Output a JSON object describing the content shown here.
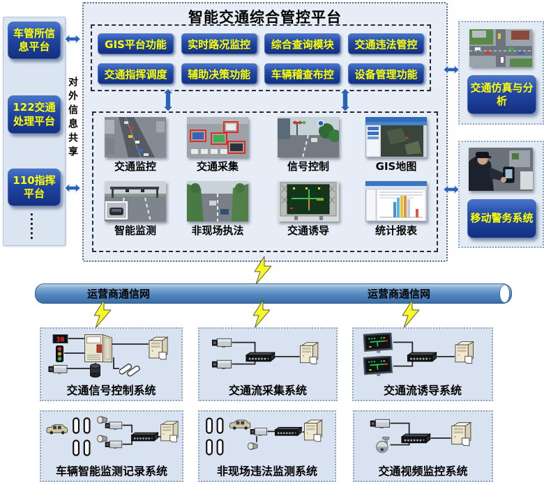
{
  "platform": {
    "title": "智能交通综合管控平台"
  },
  "left_panel": {
    "vertical_label": "对外信息共享",
    "items": [
      "车管所信息平台",
      "122交通处理平台",
      "110指挥平台"
    ],
    "ellipsis": "••••••"
  },
  "functions": [
    "GIS平台功能",
    "实时路况监控",
    "综合查询模块",
    "交通违法管控",
    "交通指挥调度",
    "辅助决策功能",
    "车辆稽查布控",
    "设备管理功能"
  ],
  "applications": [
    {
      "label": "交通监控",
      "image": "aerial-traffic-photo"
    },
    {
      "label": "交通采集",
      "image": "vehicle-detection-photo"
    },
    {
      "label": "信号控制",
      "image": "signal-street-photo"
    },
    {
      "label": "GIS地图",
      "image": "gis-map-screenshot"
    },
    {
      "label": "智能监测",
      "image": "gantry-monitor-photo"
    },
    {
      "label": "非现场执法",
      "image": "street-enforcement-photo"
    },
    {
      "label": "交通诱导",
      "image": "vms-guidance-photo"
    },
    {
      "label": "统计报表",
      "image": "statistics-report-screenshot"
    }
  ],
  "right_panel": {
    "items": [
      {
        "label": "交通仿真与分析",
        "image": "traffic-simulation-photo"
      },
      {
        "label": "移动警务系统",
        "image": "mobile-police-photo"
      }
    ]
  },
  "network": {
    "labels": [
      "运营商通信网",
      "运营商通信网"
    ]
  },
  "systems": [
    {
      "label": "交通信号控制系统",
      "icons": [
        "countdown-display",
        "traffic-light",
        "signal-controller-cabinet",
        "camera",
        "detector-cylinder",
        "loop-cards",
        "server"
      ]
    },
    {
      "label": "交通流采集系统",
      "icons": [
        "camera",
        "camera",
        "network-switch",
        "server"
      ]
    },
    {
      "label": "交通流诱导系统",
      "icons": [
        "vms-board",
        "vms-board",
        "network-switch",
        "server"
      ]
    },
    {
      "label": "车辆智能监测记录系统",
      "icons": [
        "car",
        "loop-coil",
        "loop-coil",
        "loop-coil",
        "loop-coil",
        "flash-lamp",
        "camera",
        "flash-lamp",
        "camera",
        "network-switch",
        "server"
      ]
    },
    {
      "label": "非现场违法监测系统",
      "icons": [
        "loop-coil",
        "loop-coil",
        "loop-coil",
        "loop-coil",
        "car",
        "camera",
        "flash-lamp",
        "network-switch",
        "server"
      ]
    },
    {
      "label": "交通视频监控系统",
      "icons": [
        "box-camera",
        "dome-camera",
        "network-switch",
        "server"
      ]
    }
  ],
  "colors": {
    "button_bg": "#1d3f97",
    "button_text": "#ffff00",
    "pipe": "#5288c0",
    "panel_bg": "#dbe5f1",
    "bolt": "#f8f825",
    "arrow": "#2a62b8"
  }
}
